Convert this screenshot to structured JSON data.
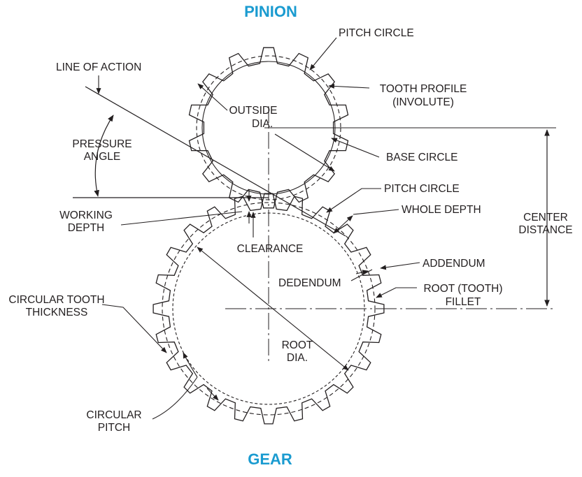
{
  "colors": {
    "title": "#1a9bd0",
    "ink": "#231f20",
    "background": "#ffffff"
  },
  "titles": {
    "pinion": "PINION",
    "gear": "GEAR"
  },
  "pinion": {
    "teeth": 14
  },
  "gear": {
    "teeth": 24
  },
  "labels": {
    "pitch_circle_top": "PITCH CIRCLE",
    "line_of_action": "LINE OF ACTION",
    "tooth_profile_1": "TOOTH PROFILE",
    "tooth_profile_2": "(INVOLUTE)",
    "outside_dia_1": "OUTSIDE",
    "outside_dia_2": "DIA.",
    "pressure_angle_1": "PRESSURE",
    "pressure_angle_2": "ANGLE",
    "base_circle": "BASE CIRCLE",
    "pitch_circle_mid": "PITCH CIRCLE",
    "working_depth_1": "WORKING",
    "working_depth_2": "DEPTH",
    "whole_depth": "WHOLE DEPTH",
    "center_distance_1": "CENTER",
    "center_distance_2": "DISTANCE",
    "clearance": "CLEARANCE",
    "addendum": "ADDENDUM",
    "dedendum": "DEDENDUM",
    "root_fillet_1": "ROOT (TOOTH)",
    "root_fillet_2": "FILLET",
    "circular_tooth_thickness_1": "CIRCULAR TOOTH",
    "circular_tooth_thickness_2": "THICKNESS",
    "root_dia_1": "ROOT",
    "root_dia_2": "DIA.",
    "circular_pitch_1": "CIRCULAR",
    "circular_pitch_2": "PITCH"
  }
}
